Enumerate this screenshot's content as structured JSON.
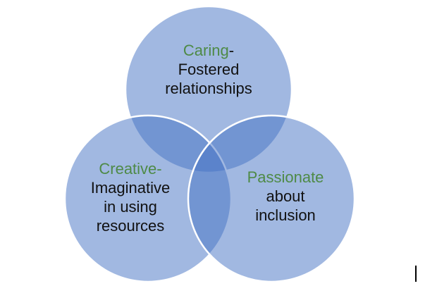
{
  "venn": {
    "fill_color": "#4472c4",
    "keyword_color": "#4e8a46",
    "circles": [
      {
        "keyword": "Caring",
        "suffix": "-",
        "lines": [
          "Fostered",
          "relationships"
        ]
      },
      {
        "keyword": "Creative-",
        "lines": [
          "Imaginative",
          "in using",
          "resources"
        ]
      },
      {
        "keyword": "Passionate",
        "lines": [
          "about",
          "inclusion"
        ]
      }
    ]
  }
}
